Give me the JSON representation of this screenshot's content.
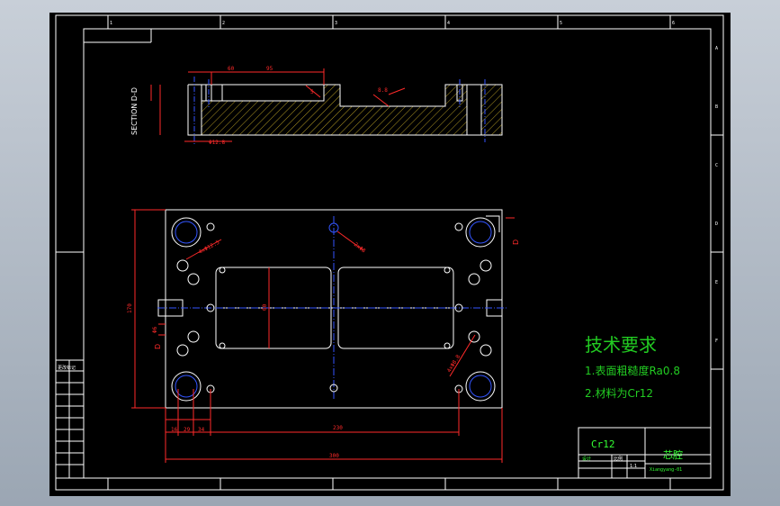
{
  "colors": {
    "background": "#000000",
    "frame": "#ffffff",
    "dimension": "#ff2a2a",
    "center": "#3355ff",
    "note": "#22cc22",
    "titleblock_text": "#33ff33"
  },
  "section": {
    "label": "SECTION D-D",
    "dims": [
      "60",
      "95",
      "5",
      "8.8",
      "Φ12.8"
    ]
  },
  "section_marks": {
    "upper": "D",
    "lower": "D"
  },
  "plan_dims": {
    "height": "170",
    "inner": "60",
    "bottom_a": "16",
    "bottom_b": "29",
    "bottom_c": "34",
    "inner_width": "230",
    "total_width": "300",
    "hole_a": "4xΦ12.5",
    "hole_b": "2xΦ8",
    "hole_c": "4xΦ8.8",
    "small": "Φ6"
  },
  "notes": {
    "title": "技术要求",
    "line1": "1.表面粗糙度Ra0.8",
    "line2": "2.材料为Cr12"
  },
  "titleblock": {
    "material": "Cr12",
    "part_name": "芯腔",
    "small1": "设计",
    "small2": "比例",
    "small3": "1:1",
    "drawing_no": "Xiangyang-01"
  },
  "revision_labels": [
    "更改标记"
  ],
  "border_top_numbers": [
    "1",
    "2",
    "3",
    "4",
    "5",
    "6"
  ],
  "border_side_letters": [
    "A",
    "B",
    "C",
    "D",
    "E",
    "F"
  ]
}
